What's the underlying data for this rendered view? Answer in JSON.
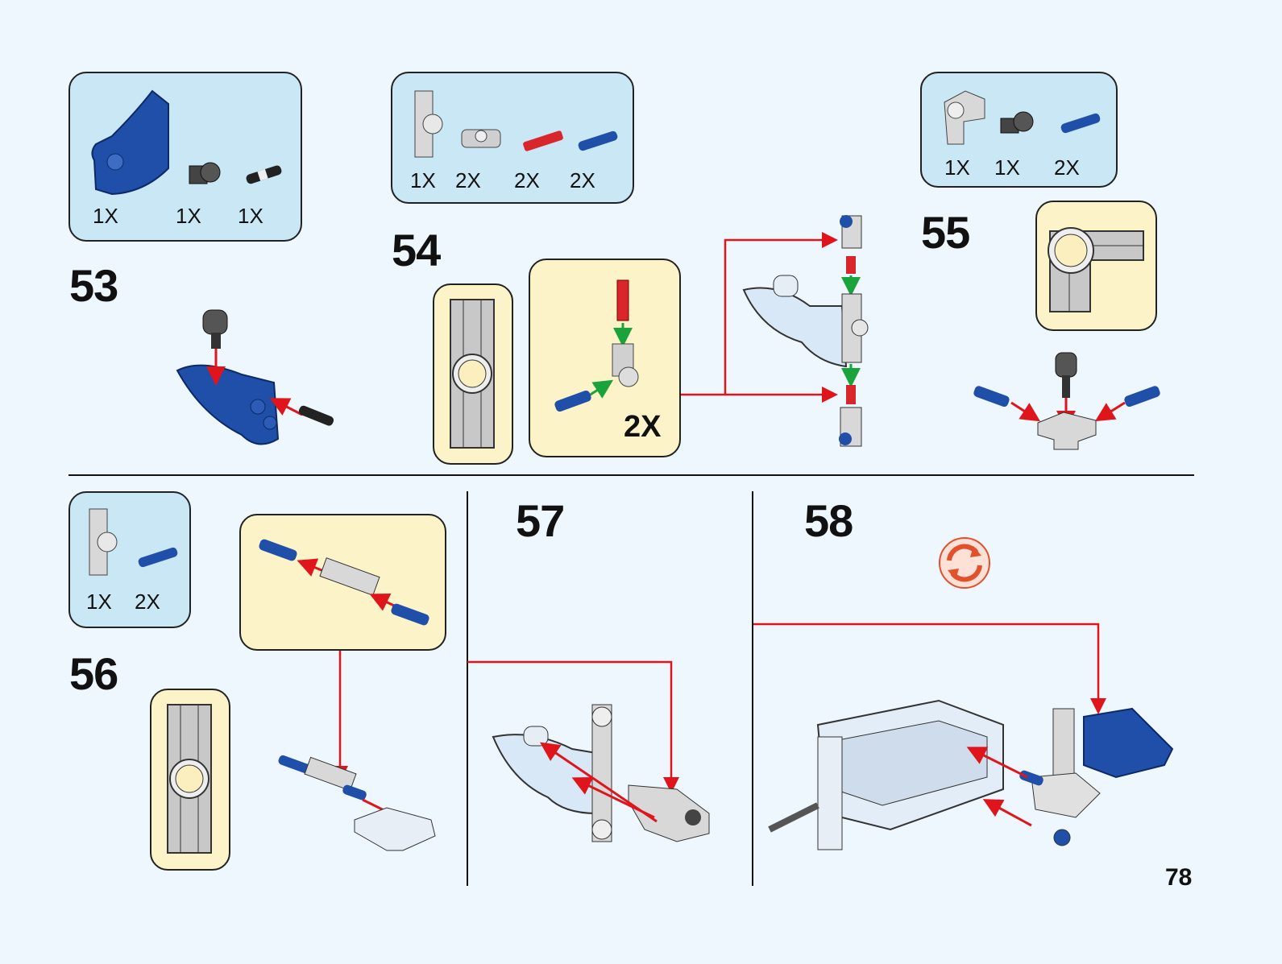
{
  "steps": [
    {
      "number": "53",
      "parts": [
        "1X",
        "1X",
        "1X"
      ]
    },
    {
      "number": "54",
      "parts": [
        "1X",
        "2X",
        "2X",
        "2X"
      ],
      "callout_multiplier": "2X"
    },
    {
      "number": "55",
      "parts": [
        "1X",
        "1X",
        "2X"
      ]
    },
    {
      "number": "56",
      "parts": [
        "1X",
        "2X"
      ]
    },
    {
      "number": "57"
    },
    {
      "number": "58"
    }
  ],
  "page_number": "78",
  "colors": {
    "background": "#eef7fd",
    "parts_box": "#c9e7f4",
    "callout": "#fcf3c8",
    "arrow": "#e0151b",
    "blue_part": "#1f4fa8",
    "green_arrow": "#1aa33a"
  }
}
